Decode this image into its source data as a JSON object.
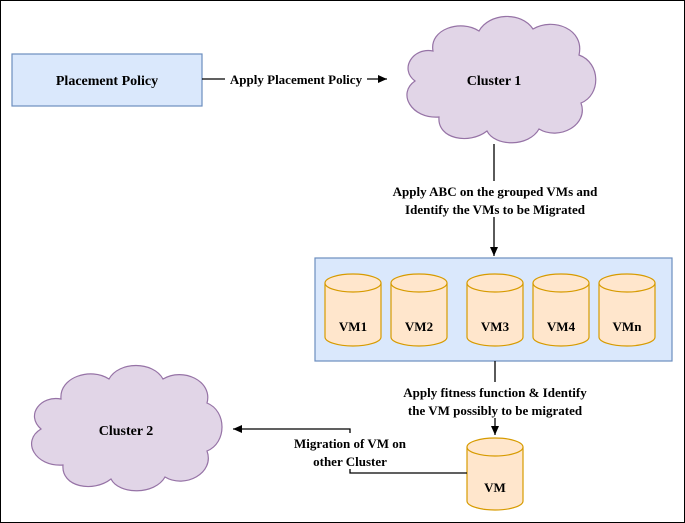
{
  "nodes": {
    "placement_policy": "Placement Policy",
    "cluster1": "Cluster 1",
    "cluster2": "Cluster 2",
    "vms": [
      "VM1",
      "VM2",
      "VM3",
      "VM4",
      "VMn"
    ],
    "selected_vm": "VM"
  },
  "edges": {
    "apply_policy": "Apply Placement Policy",
    "apply_abc": [
      "Apply ABC on the grouped VMs and",
      "Identify the VMs to be Migrated"
    ],
    "fitness": [
      "Apply fitness function & Identify",
      "the VM possibly to be migrated"
    ],
    "migration": [
      "Migration of VM on",
      "other Cluster"
    ]
  },
  "colors": {
    "box_fill": "#dae8fc",
    "box_stroke": "#6c8ebf",
    "cloud_fill": "#e1d5e7",
    "cloud_stroke": "#9673a6",
    "cyl_fill": "#ffe6cc",
    "cyl_stroke": "#d79b00"
  }
}
